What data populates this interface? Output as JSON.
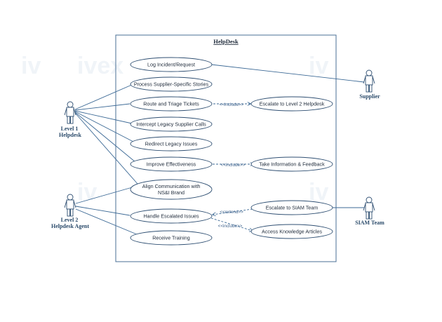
{
  "system": {
    "title": "HelpDesk"
  },
  "actors": {
    "level1": "Level 1 Helpdesk",
    "level2": "Level 2 Helpdesk Agent",
    "supplier": "Supplier",
    "siam": "SIAM Team"
  },
  "use_cases": {
    "log_incident": "Log Incident/Request",
    "process_supplier": "Process Supplier-Specific Stories",
    "route_triage": "Route and Triage Tickets",
    "intercept_calls": "Intercept Legacy Supplier Calls",
    "redirect_issues": "Redirect Legacy Issues",
    "improve_effectiveness": "Improve Effectiveness",
    "align_comm_line1": "Align Communication with",
    "align_comm_line2": "NS&I Brand",
    "handle_escalated": "Handle Escalated Issues",
    "receive_training": "Receive Training",
    "escalate_level2": "Escalate to Level 2 Helpdesk",
    "take_info": "Take Information & Feedback",
    "escalate_siam": "Escalate to SIAM Team",
    "access_knowledge": "Access Knowledge Articles"
  },
  "relations": {
    "include": "<<include>>",
    "extend": "<<extend>>"
  },
  "colors": {
    "line": "#3d6a96",
    "box": "#4a6f96",
    "ellipse_stroke": "#2f4f72"
  }
}
